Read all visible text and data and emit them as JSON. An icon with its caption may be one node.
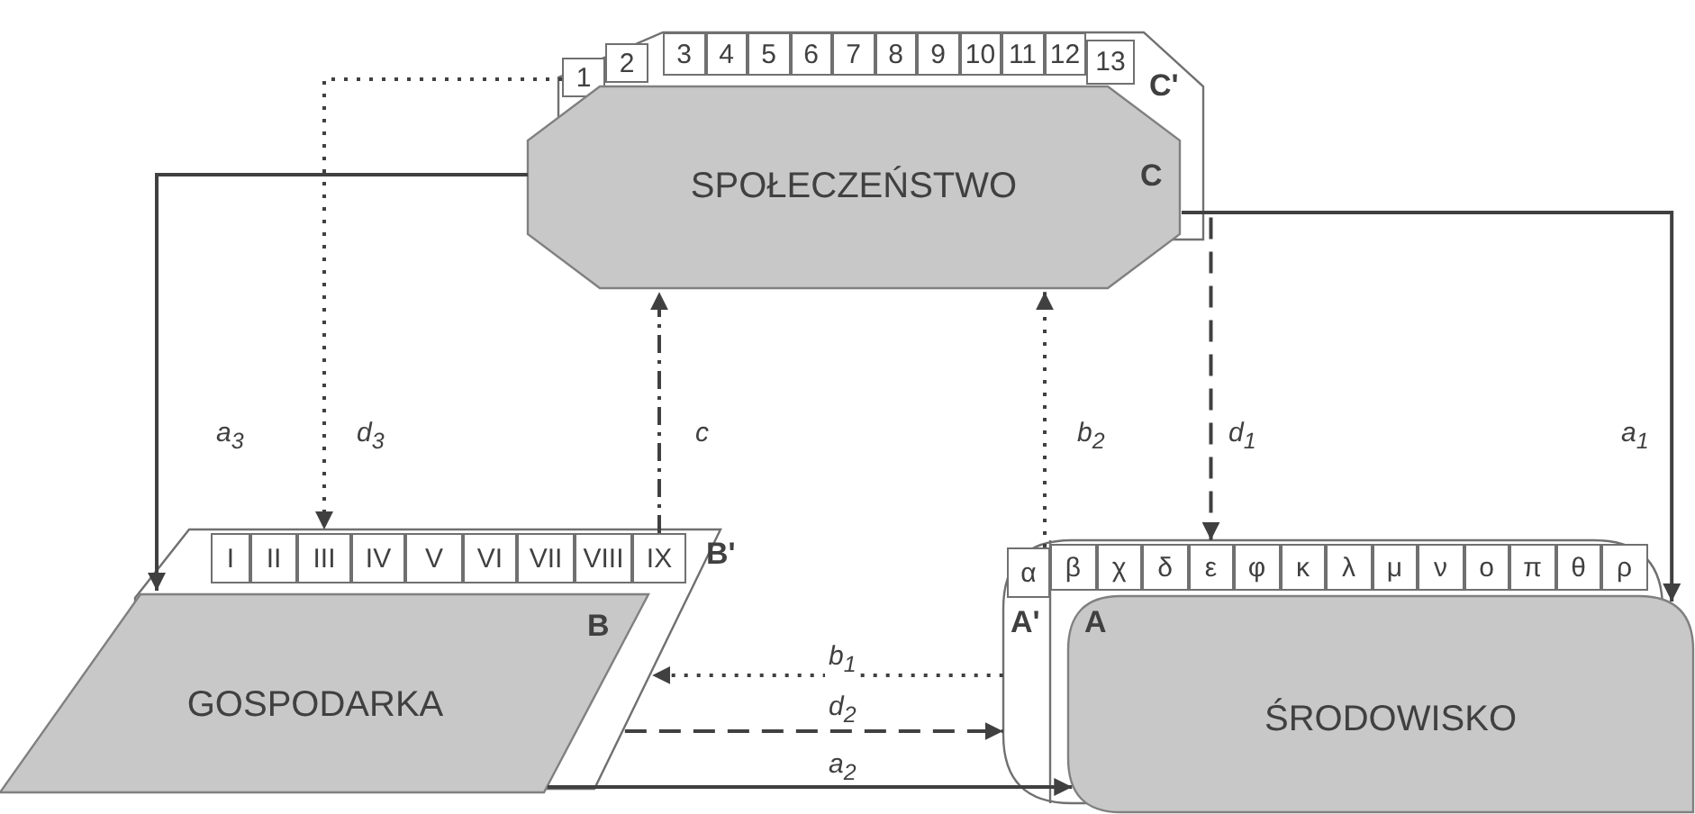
{
  "diagram": {
    "nodes": [
      {
        "text": [
          "C'"
        ]
      },
      {
        "text": [
          "1"
        ],
        "in": 0
      },
      {
        "text": [
          "2"
        ],
        "in": 0
      },
      {
        "text": [
          "3"
        ],
        "in": 0
      },
      {
        "text": [
          "4"
        ],
        "in": 0
      },
      {
        "text": [
          "5"
        ],
        "in": 0
      },
      {
        "text": [
          "6"
        ],
        "in": 0
      },
      {
        "text": [
          "7"
        ],
        "in": 0
      },
      {
        "text": [
          "8"
        ],
        "in": 0
      },
      {
        "text": [
          "9"
        ],
        "in": 0
      },
      {
        "text": [
          "10"
        ],
        "in": 0
      },
      {
        "text": [
          "11"
        ],
        "in": 0
      },
      {
        "text": [
          "12"
        ],
        "in": 0
      },
      {
        "text": [
          "13"
        ],
        "in": 0
      },
      {
        "text": [
          "SPOŁECZEŃSTWO",
          "C"
        ]
      },
      {
        "text": [
          "B'"
        ]
      },
      {
        "text": [
          "I"
        ],
        "in": 15
      },
      {
        "text": [
          "II"
        ],
        "in": 15
      },
      {
        "text": [
          "III"
        ],
        "in": 15
      },
      {
        "text": [
          "IV"
        ],
        "in": 15
      },
      {
        "text": [
          "V"
        ],
        "in": 15
      },
      {
        "text": [
          "VI"
        ],
        "in": 15
      },
      {
        "text": [
          "VII"
        ],
        "in": 15
      },
      {
        "text": [
          "VIII"
        ],
        "in": 15
      },
      {
        "text": [
          "IX"
        ],
        "in": 15
      },
      {
        "text": [
          "GOSPODARKA",
          "B"
        ]
      },
      {
        "text": [
          "A'"
        ]
      },
      {
        "text": [
          "α"
        ],
        "in": 26
      },
      {
        "text": [
          "β"
        ],
        "in": 26
      },
      {
        "text": [
          "χ"
        ],
        "in": 26
      },
      {
        "text": [
          "δ"
        ],
        "in": 26
      },
      {
        "text": [
          "ε"
        ],
        "in": 26
      },
      {
        "text": [
          "φ"
        ],
        "in": 26
      },
      {
        "text": [
          "κ"
        ],
        "in": 26
      },
      {
        "text": [
          "λ"
        ],
        "in": 26
      },
      {
        "text": [
          "μ"
        ],
        "in": 26
      },
      {
        "text": [
          "ν"
        ],
        "in": 26
      },
      {
        "text": [
          "ο"
        ],
        "in": 26
      },
      {
        "text": [
          "π"
        ],
        "in": 26
      },
      {
        "text": [
          "θ"
        ],
        "in": 26
      },
      {
        "text": [
          "ρ"
        ],
        "in": 26
      },
      {
        "text": [
          "ŚRODOWISKO",
          "A"
        ]
      }
    ],
    "edges": [
      {
        "from": 14,
        "to": 25,
        "arrow": "to",
        "label": "a$_{3}$"
      },
      {
        "from": 1,
        "to": 18,
        "arrow": "to",
        "label": "d$_{3}$",
        "style": "dashed"
      },
      {
        "from": 24,
        "to": 14,
        "arrow": "to",
        "label": "c",
        "style": "dashed"
      },
      {
        "from": 27,
        "to": 14,
        "arrow": "to",
        "label": "b$_{2}$",
        "style": "dashed"
      },
      {
        "from": 14,
        "to": 31,
        "arrow": "to",
        "label": "d$_{1}$",
        "style": "dashed"
      },
      {
        "from": 14,
        "to": 41,
        "arrow": "to",
        "label": "a$_{1}$"
      },
      {
        "from": 26,
        "to": 15,
        "arrow": "to",
        "label": "b$_{1}$",
        "style": "dashed"
      },
      {
        "from": 15,
        "to": 26,
        "arrow": "to",
        "label": "d$_{2}$",
        "style": "dashed"
      },
      {
        "from": 25,
        "to": 41,
        "arrow": "to",
        "label": "a$_{2}$"
      }
    ]
  }
}
